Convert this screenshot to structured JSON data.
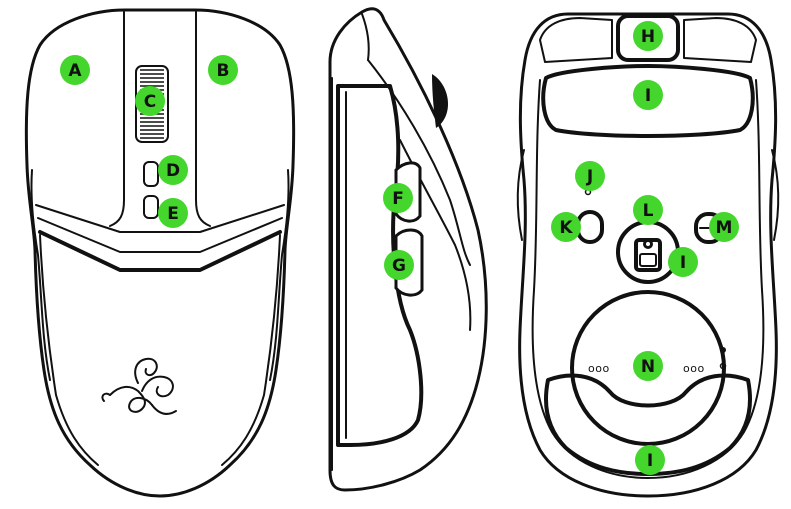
{
  "colors": {
    "badge": "#44d62c",
    "line": "#111111",
    "fill": "#ffffff"
  },
  "views": {
    "top": {
      "labels": {
        "A": "A",
        "B": "B",
        "C": "C",
        "D": "D",
        "E": "E"
      }
    },
    "side": {
      "labels": {
        "F": "F",
        "G": "G"
      }
    },
    "bottom": {
      "labels": {
        "H": "H",
        "I_top": "I",
        "J": "J",
        "K": "K",
        "L": "L",
        "I_sensor": "I",
        "M": "M",
        "N": "N",
        "I_bottom": "I"
      },
      "dots_left": "ooo",
      "dots_right": "ooo"
    }
  }
}
